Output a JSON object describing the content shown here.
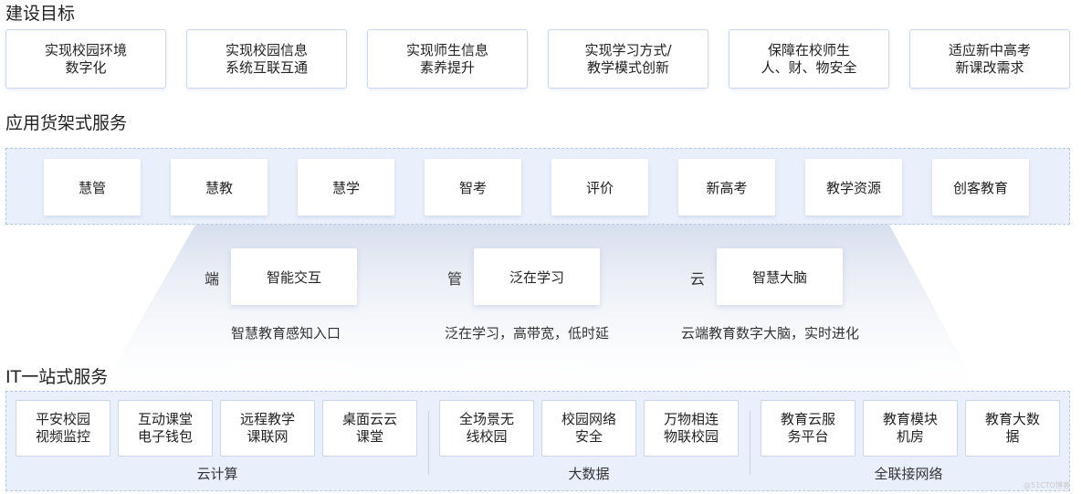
{
  "goals": {
    "title": "建设目标",
    "items": [
      "实现校园环境\n数字化",
      "实现校园信息\n系统互联互通",
      "实现师生信息\n素养提升",
      "实现学习方式/\n教学模式创新",
      "保障在校师生\n人、财、物安全",
      "适应新中高考\n新课改需求"
    ]
  },
  "apps": {
    "title": "应用货架式服务",
    "items": [
      "慧管",
      "慧教",
      "慧学",
      "智考",
      "评价",
      "新高考",
      "教学资源",
      "创客教育"
    ]
  },
  "tiers": [
    {
      "label": "端",
      "box": "智能交互",
      "desc": "智慧教育感知入口"
    },
    {
      "label": "管",
      "box": "泛在学习",
      "desc": "泛在学习，高带宽，低时延"
    },
    {
      "label": "云",
      "box": "智慧大脑",
      "desc": "云端教育数字大脑，实时进化"
    }
  ],
  "it": {
    "title": "IT一站式服务",
    "groups": [
      {
        "label": "云计算",
        "items": [
          "平安校园\n视频监控",
          "互动课堂\n电子钱包",
          "远程教学\n课联网",
          "桌面云云\n课堂"
        ]
      },
      {
        "label": "大数据",
        "items": [
          "全场景无\n线校园",
          "校园网络\n安全",
          "万物相连\n物联校园"
        ]
      },
      {
        "label": "全联接网络",
        "items": [
          "教育云服\n务平台",
          "教育模块\n机房",
          "教育大数\n据"
        ]
      }
    ]
  },
  "watermark": "@51CTO博客"
}
